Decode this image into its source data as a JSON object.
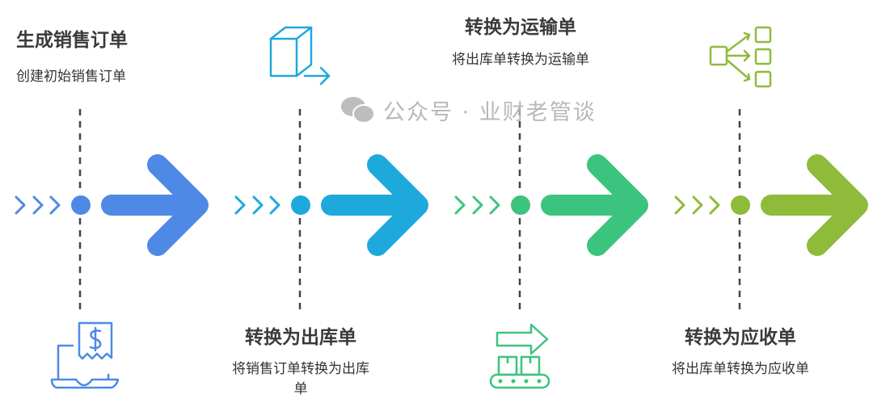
{
  "stages": [
    {
      "title": "生成销售订单",
      "desc": "创建初始销售订单",
      "color": "#4e89e6",
      "icon": "receipt-laptop-icon"
    },
    {
      "title": "转换为出库单",
      "desc": "将销售订单转换为出库单",
      "color": "#1ea9dc",
      "icon": "box-arrow-icon"
    },
    {
      "title": "转换为运输单",
      "desc": "将出库单转换为运输单",
      "color": "#3cc47e",
      "icon": "conveyor-arrow-icon"
    },
    {
      "title": "转换为应收单",
      "desc": "将出库单转换为应收单",
      "color": "#8fbb3a",
      "icon": "split-flow-icon"
    }
  ],
  "watermark": {
    "text": "公众号 · 业财老管谈",
    "icon": "wechat-icon"
  }
}
